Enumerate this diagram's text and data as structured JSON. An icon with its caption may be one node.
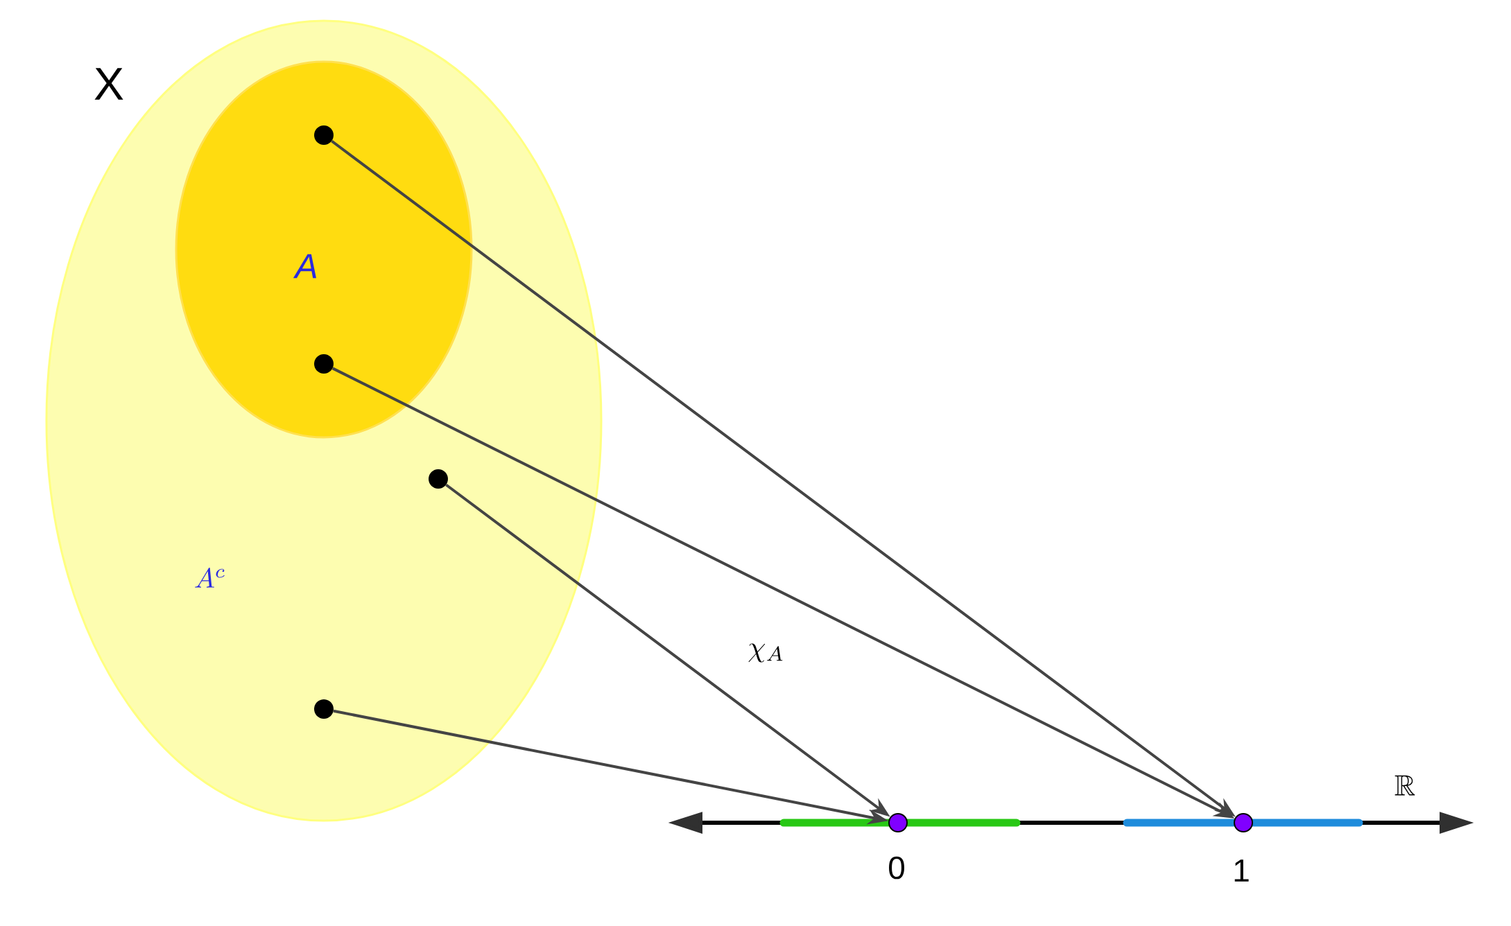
{
  "diagram": {
    "nodes": [
      {
        "text": [
          "X",
          "A^c"
        ]
      },
      {
        "text": [
          "A"
        ],
        "in": 0
      },
      {
        "text": [],
        "shape": "circle",
        "in": 1
      },
      {
        "text": [],
        "shape": "circle",
        "in": 1
      },
      {
        "text": [],
        "shape": "circle",
        "in": 0
      },
      {
        "text": [],
        "shape": "circle",
        "in": 0
      },
      {
        "text": [],
        "shape": "circle",
        "beside": [
          "0"
        ]
      },
      {
        "text": [],
        "shape": "circle",
        "beside": [
          "1"
        ]
      }
    ],
    "edges": [
      {
        "from": 2,
        "to": 7,
        "arrow": "to"
      },
      {
        "from": 3,
        "to": 7,
        "arrow": "to"
      },
      {
        "from": 4,
        "to": 6,
        "arrow": "to"
      },
      {
        "from": 5,
        "to": 6,
        "arrow": "to"
      }
    ],
    "labels": [
      "\\chi_A",
      "\\mathbb{R}"
    ]
  }
}
